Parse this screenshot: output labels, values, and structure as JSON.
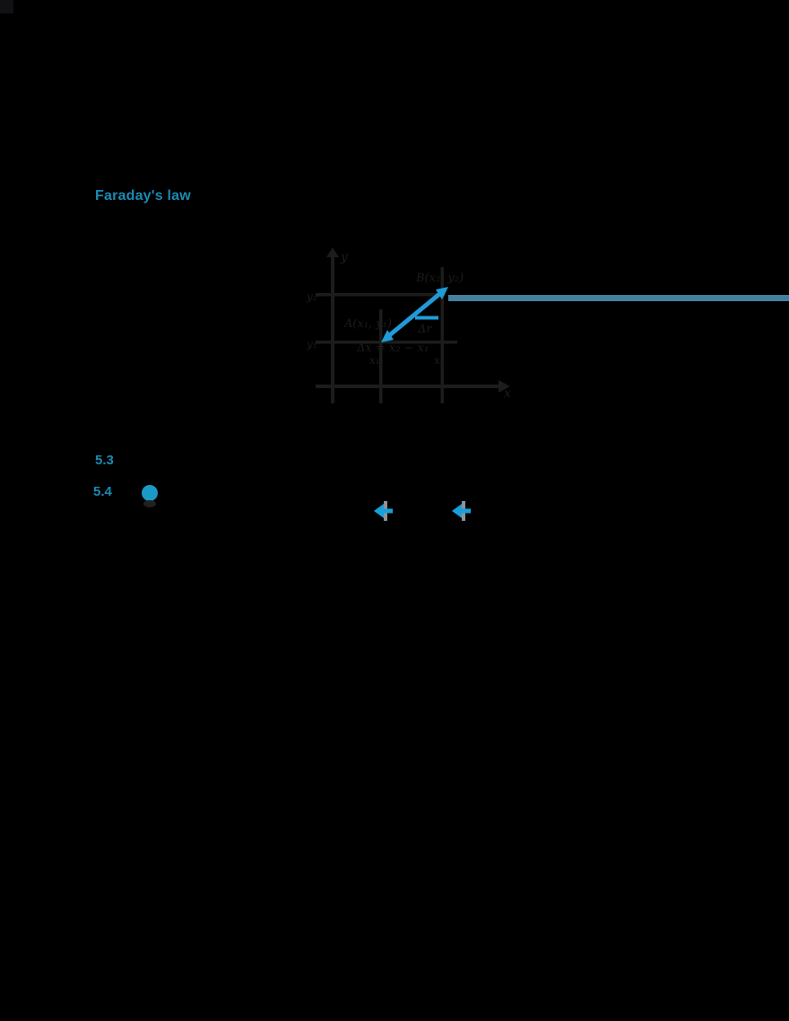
{
  "page": {
    "background": "#000000",
    "note": "textbook page in forced dark mode; body paragraphs render black-on-black (invisible)"
  },
  "colors": {
    "link_cyan": "#1b8ab2",
    "icon_cyan": "#17a0d8",
    "vector_blue": "#1f9cd8",
    "rule_steel_blue": "#45809e",
    "diagram_dark": "#1c1c1a",
    "icon_gray": "#8f9397"
  },
  "header": {
    "title_link": "Faraday's law"
  },
  "figure": {
    "type": "vector-diagram",
    "description": "Displacement vector on x-y axes from point A(x1,y1) to point B(x2,y2); grid lines at x1,x2,y1,y2; horizontal rule extends from vector tip to right page edge",
    "y_axis_label": "y",
    "x_axis_label": "x",
    "point_b_label": "B(x₂, y₂)",
    "point_a_label": "A(x₁, y₁)",
    "delta_label": "Δr",
    "delta_x_label": "Δx = x₂ − x₁",
    "tick_x1": "x₁",
    "tick_x2": "x₂",
    "tick_y1": "y₁",
    "tick_y2": "y₂",
    "vector": {
      "from": "A(x₁, y₁)",
      "to": "B(x₂, y₂)",
      "direction": "up-right"
    }
  },
  "links": {
    "link1": "5.3",
    "link2": "5.4"
  },
  "icons": {
    "circle_icon": "round-badge",
    "vector_glyph_1": "cyan left arrow over gray bar",
    "vector_glyph_2": "cyan left arrow over gray bar"
  }
}
